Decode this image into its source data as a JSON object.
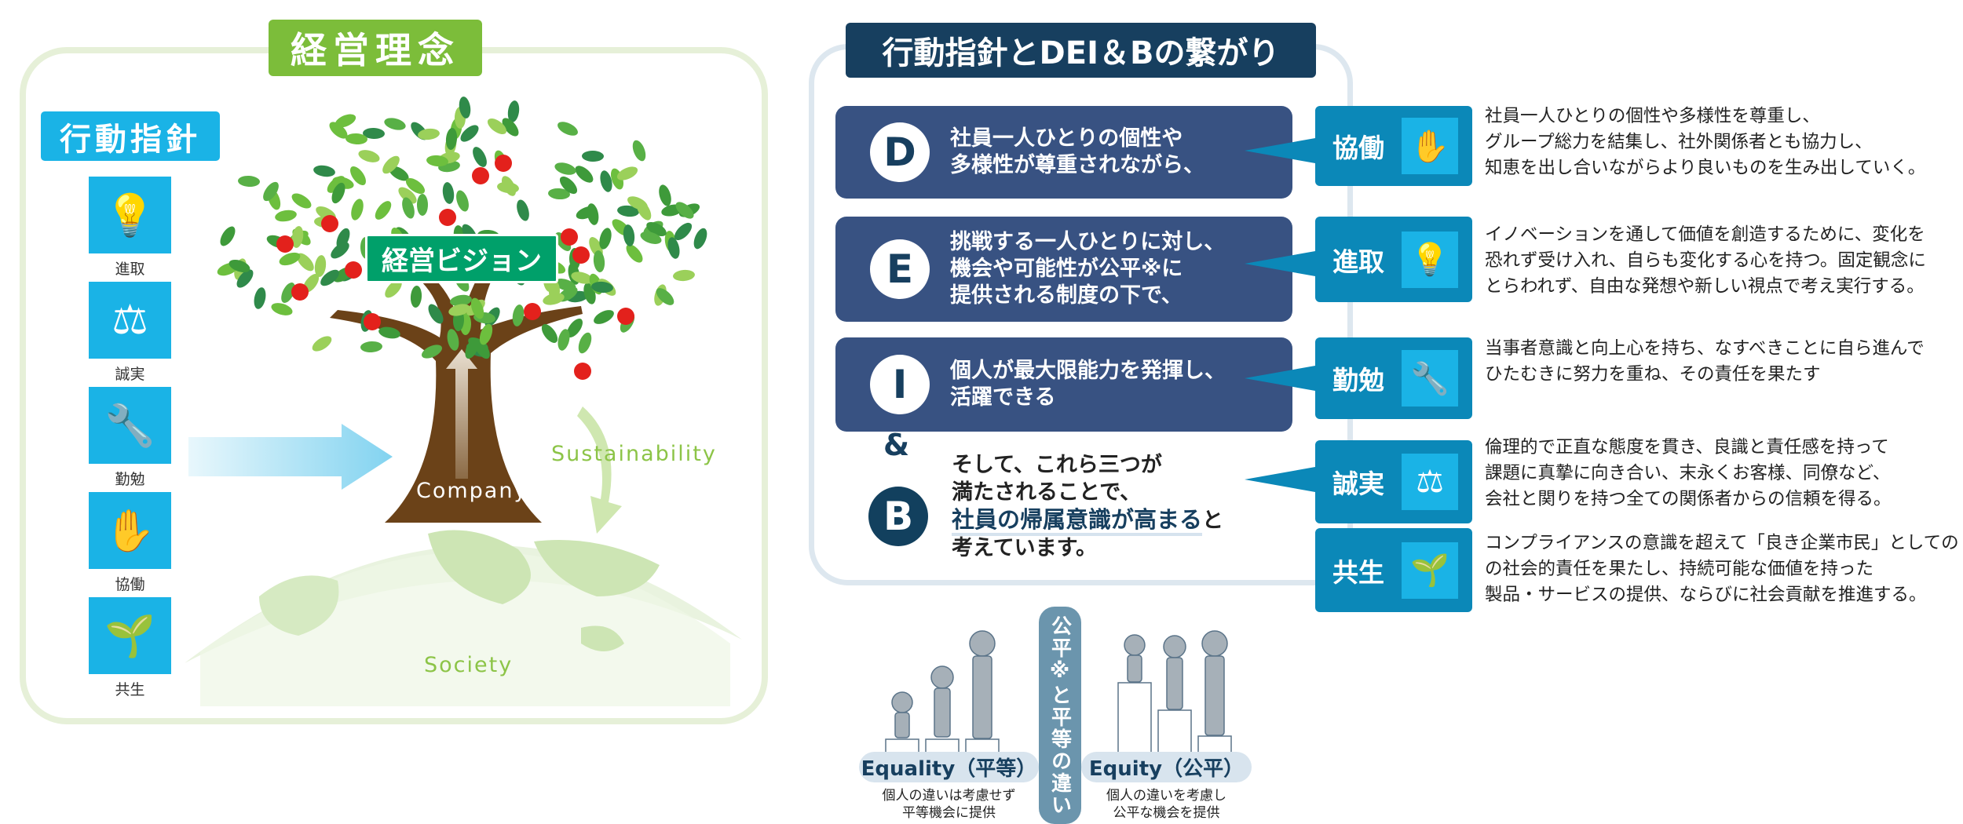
{
  "philosophy": {
    "title": "経営理念",
    "guidelines_title": "行動指針",
    "icons": [
      {
        "label": "進取",
        "icon": "lightbulb-hand-icon"
      },
      {
        "label": "誠実",
        "icon": "scales-hand-icon"
      },
      {
        "label": "勤勉",
        "icon": "wrench-hand-icon"
      },
      {
        "label": "協働",
        "icon": "joined-hands-icon"
      },
      {
        "label": "共生",
        "icon": "sprout-hand-icon"
      }
    ],
    "vision": "経営ビジョン",
    "company": "Company",
    "sustainability": "Sustainability",
    "society": "Society"
  },
  "dei": {
    "title": "行動指針とDEI＆Bの繋がり",
    "items": [
      {
        "letter": "D",
        "lines": [
          "社員一人ひとりの個性や",
          "多様性が尊重されながら、"
        ]
      },
      {
        "letter": "E",
        "lines": [
          "挑戦する一人ひとりに対し、",
          "機会や可能性が公平※に",
          "提供される制度の下で、"
        ]
      },
      {
        "letter": "I",
        "lines": [
          "個人が最大限能力を発揮し、",
          "活躍できる"
        ]
      }
    ],
    "amp": "&",
    "b_letter": "B",
    "b_lines": [
      "そして、これら三つが",
      "満たされることで、"
    ],
    "b_highlight": "社員の帰属意識が高まる",
    "b_after": "と",
    "b_last": "考えています。"
  },
  "values": [
    {
      "name": "協働",
      "icon": "joined-hands-icon",
      "lines": [
        "社員一人ひとりの個性や多様性を尊重し、",
        "グループ総力を結集し、社外関係者とも協力し、",
        "知恵を出し合いながらより良いものを生み出していく。"
      ]
    },
    {
      "name": "進取",
      "icon": "lightbulb-hand-icon",
      "lines": [
        "イノベーションを通して価値を創造するために、変化を",
        "恐れず受け入れ、自らも変化する心を持つ。固定観念に",
        "とらわれず、自由な発想や新しい視点で考え実行する。"
      ]
    },
    {
      "name": "勤勉",
      "icon": "wrench-hand-icon",
      "lines": [
        "当事者意識と向上心を持ち、なすべきことに自ら進んで",
        "ひたむきに努力を重ね、その責任を果たす"
      ]
    },
    {
      "name": "誠実",
      "icon": "scales-hand-icon",
      "lines": [
        "倫理的で正直な態度を貫き、良識と責任感を持って",
        "課題に真摯に向き合い、末永くお客様、同僚など、",
        "会社と関りを持つ全ての関係者からの信頼を得る。"
      ]
    },
    {
      "name": "共生",
      "icon": "sprout-hand-icon",
      "lines": [
        "コンプライアンスの意識を超えて「良き企業市民」としての",
        "の社会的責任を果たし、持続可能な価値を持った",
        "製品・サービスの提供、ならびに社会貢献を推進する。"
      ]
    }
  ],
  "equity": {
    "equality_label": "Equality（平等）",
    "equality_caption": [
      "個人の違いは考慮せず",
      "平等機会に提供"
    ],
    "center": "公平※と平等の違い",
    "equity_label": "Equity（公平）",
    "equity_caption": [
      "個人の違いを考慮し",
      "公平な機会を提供"
    ]
  },
  "colors": {
    "green": "#7cbd3a",
    "blue": "#1ab3e6",
    "navy": "#173f5f",
    "dei_box": "#385282",
    "value_box": "#0b88b8"
  }
}
